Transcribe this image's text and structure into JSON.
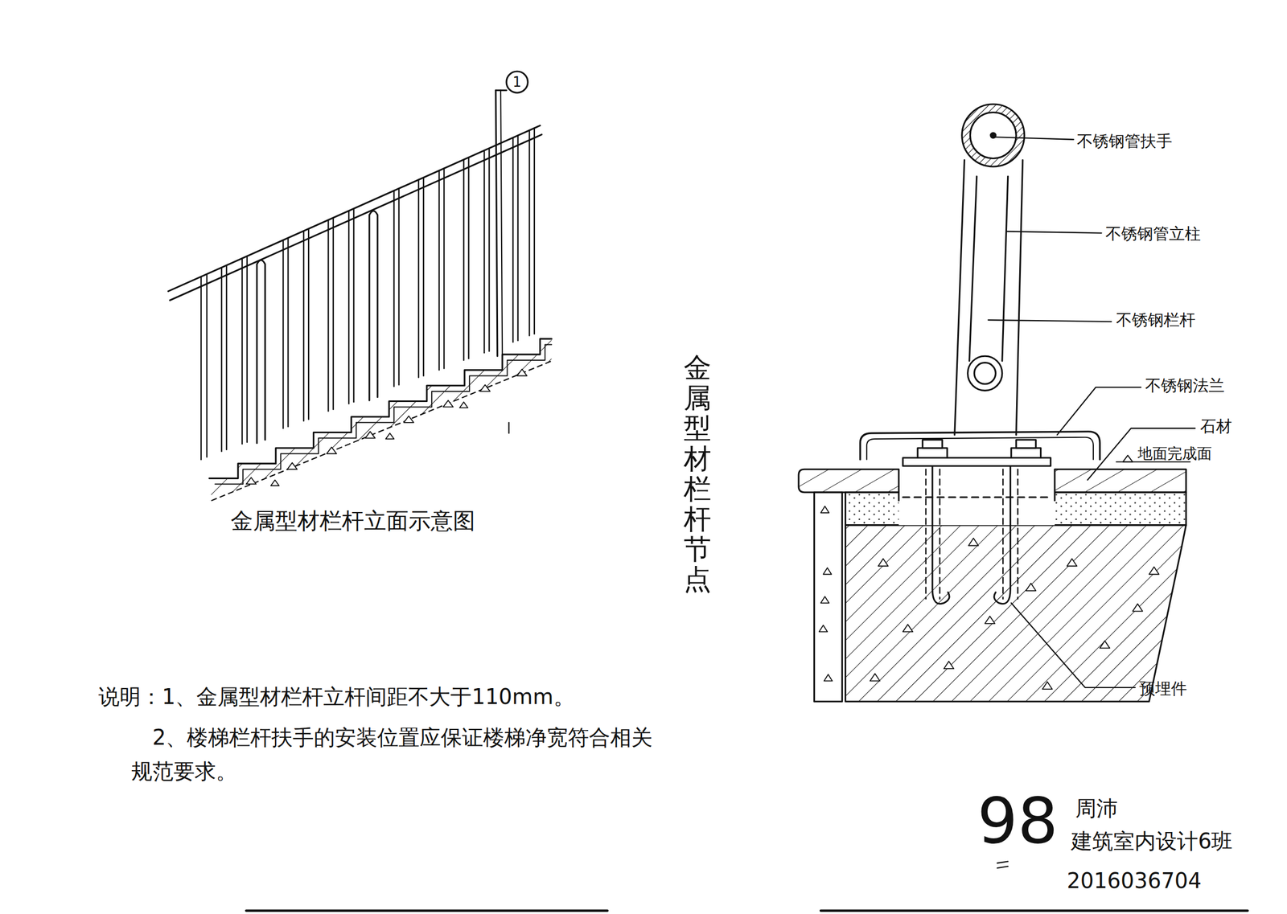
{
  "diagram": {
    "title": "金属型材栏杆节点",
    "caption": "金属型材栏杆立面示意图",
    "labels": [
      "1",
      "不锈钢管扶手",
      "不锈钢管立柱",
      "不锈钢栏杆",
      "不锈钢法兰",
      "石材",
      "地面完成面",
      "预埋件",
      "说明：1、金属型材栏杆立杆间距不大于110mm。",
      "2、楼梯栏杆扶手的安装位置应保证楼梯净宽符合相关规范要求。",
      "98",
      "周沛",
      "建筑室内设计6班",
      "2016036704"
    ]
  }
}
